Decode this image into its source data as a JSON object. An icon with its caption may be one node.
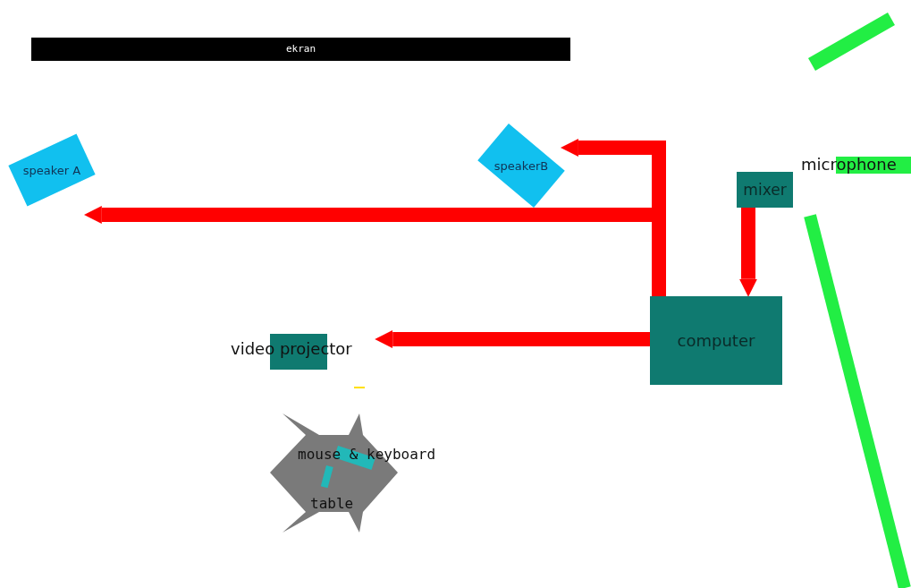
{
  "diagram": {
    "nodes": [
      {
        "text": [
          "ekran"
        ]
      },
      {
        "text": [
          "speaker A"
        ]
      },
      {
        "text": [
          "speakerB"
        ]
      },
      {
        "text": [
          "mixer"
        ]
      },
      {
        "text": [
          "microphone"
        ]
      },
      {
        "text": [
          "computer"
        ]
      },
      {
        "text": [
          "video projector"
        ]
      },
      {
        "text": [
          "mouse & keyboard",
          "table"
        ]
      }
    ],
    "edges": [
      {
        "from": 5,
        "to": 1,
        "arrow": "to"
      },
      {
        "from": 5,
        "to": 2,
        "arrow": "to"
      },
      {
        "from": 3,
        "to": 5,
        "arrow": "to"
      },
      {
        "from": 5,
        "to": 6,
        "arrow": "to"
      }
    ]
  }
}
